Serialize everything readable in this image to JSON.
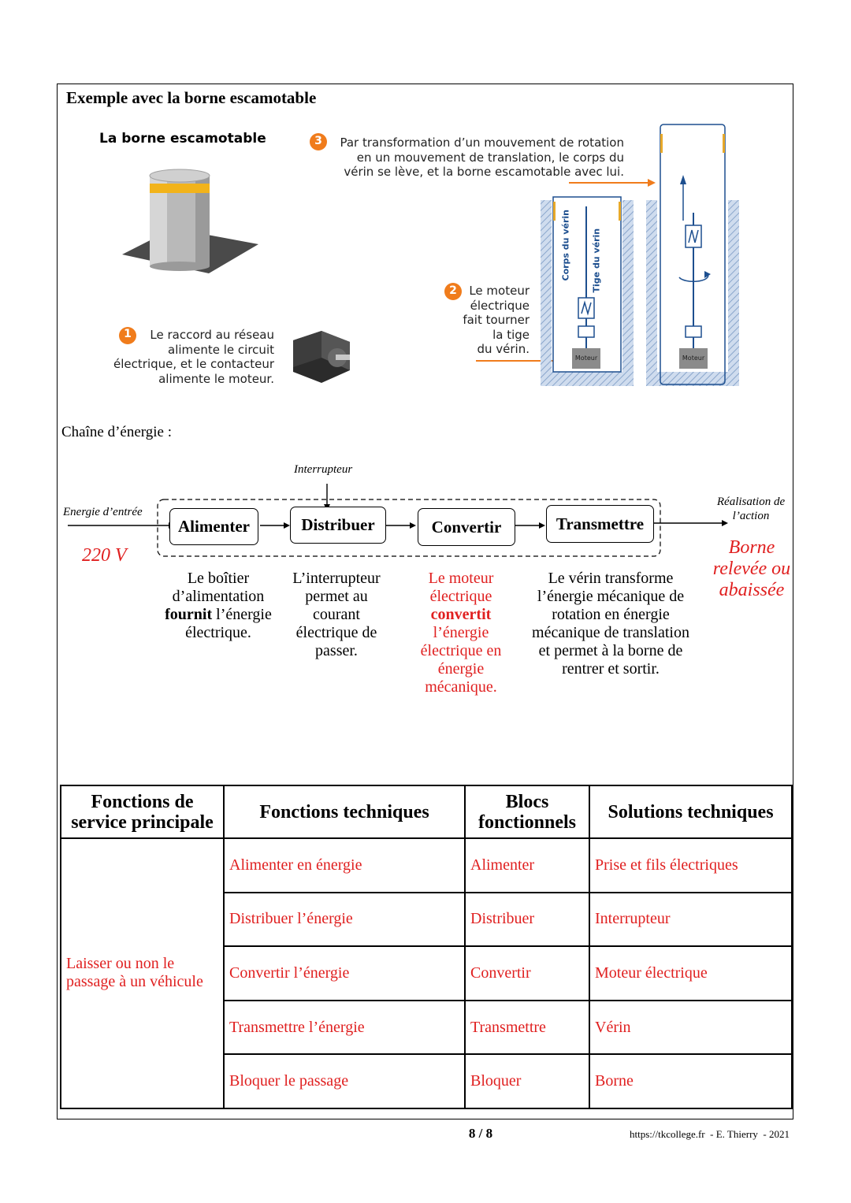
{
  "section_title": "Exemple avec la borne escamotable",
  "illustration": {
    "title": "La borne escamotable",
    "step1": {
      "num": "1",
      "text": [
        "Le raccord au réseau",
        "alimente le circuit",
        "électrique, et le contacteur",
        "alimente le moteur."
      ]
    },
    "step2": {
      "num": "2",
      "text": [
        "Le moteur",
        "électrique",
        "fait tourner",
        "la tige",
        "du vérin."
      ]
    },
    "step3": {
      "num": "3",
      "text": [
        "Par transformation d’un mouvement de rotation",
        "en un mouvement de translation, le corps du",
        "vérin se lève, et la borne escamotable avec lui."
      ]
    },
    "label_corps": "Corps du vérin",
    "label_tige": "Tige du vérin",
    "label_moteur": "Moteur"
  },
  "chain": {
    "heading": "Chaîne d’énergie :",
    "input_label": "Energie d’entrée",
    "input_value": "220 V",
    "interrupteur_label": "Interrupteur",
    "blocks": [
      "Alimenter",
      "Distribuer",
      "Convertir",
      "Transmettre"
    ],
    "output_label": [
      "Réalisation de",
      "l’action"
    ],
    "output_value": [
      "Borne",
      "relevée ou",
      "abaissée"
    ],
    "desc_alimenter": {
      "before": "Le boîtier d’alimentation",
      "bold": "fournit",
      "after": "l’énergie électrique."
    },
    "desc_distribuer": "L’interrupteur permet au courant électrique de passer.",
    "desc_convertir": {
      "before": "Le moteur électrique",
      "bold": "convertit",
      "after": "l’énergie électrique en énergie mécanique."
    },
    "desc_transmettre": "Le vérin transforme l’énergie mécanique de rotation en énergie mécanique de translation et permet à la borne de rentrer et sortir."
  },
  "table": {
    "headers": [
      "Fonctions de service principale",
      "Fonctions techniques",
      "Blocs fonctionnels",
      "Solutions techniques"
    ],
    "service_function": "Laisser ou non le passage à un véhicule",
    "rows": [
      {
        "tech": "Alimenter en énergie",
        "bloc": "Alimenter",
        "solution": "Prise et fils électriques"
      },
      {
        "tech": "Distribuer l’énergie",
        "bloc": "Distribuer",
        "solution": "Interrupteur"
      },
      {
        "tech": "Convertir l’énergie",
        "bloc": "Convertir",
        "solution": "Moteur électrique"
      },
      {
        "tech": "Transmettre l’énergie",
        "bloc": "Transmettre",
        "solution": "Vérin"
      },
      {
        "tech": "Bloquer le passage",
        "bloc": "Bloquer",
        "solution": "Borne"
      }
    ]
  },
  "footer": {
    "page": "8 / 8",
    "credit": "https://tkcollege.fr  - E. Thierry  - 2021"
  },
  "colors": {
    "answer_red": "#e02020",
    "step_orange": "#f07c1c",
    "frame_blue": "#9ab6d6"
  }
}
